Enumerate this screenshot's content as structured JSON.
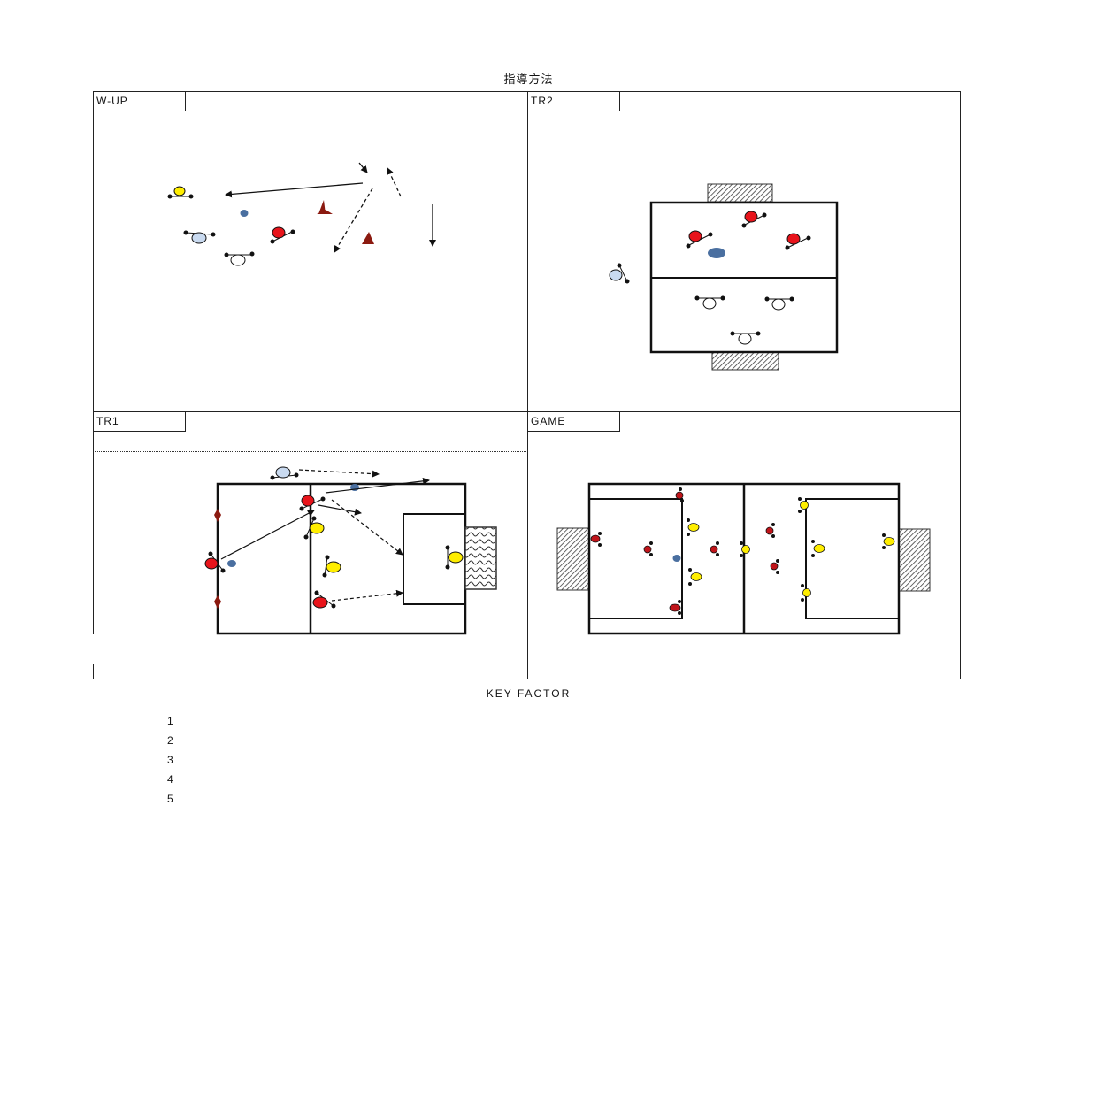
{
  "page": {
    "title": "指導方法",
    "key_factor": {
      "heading": "KEY FACTOR",
      "items": [
        "1",
        "2",
        "3",
        "4",
        "5"
      ]
    }
  },
  "panels": [
    {
      "id": "w-up",
      "label": "W-UP"
    },
    {
      "id": "tr2",
      "label": "TR2"
    },
    {
      "id": "tr1",
      "label": "TR1"
    },
    {
      "id": "game",
      "label": "GAME"
    }
  ],
  "colors": {
    "red_team": "#e8141b",
    "yellow_team": "#ffee00",
    "white_team": "#ffffff",
    "light_blue_player": "#c9daf0",
    "ball": "#4a6fa0",
    "cone": "#8b1a10",
    "game_red": "#c0141a",
    "line": "#111111"
  }
}
